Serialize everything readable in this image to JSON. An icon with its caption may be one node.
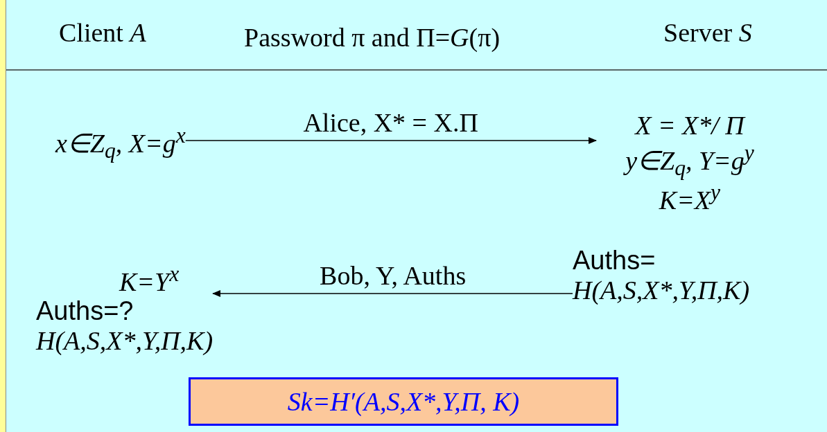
{
  "diagram": {
    "nodes": [
      {
        "text": [
          "x∈Z$_{q}$, X=g$^{x}$"
        ]
      },
      {
        "text": [
          "X = X*/ Π",
          "y∈Z$_{q}$, Y=g$^{y}$",
          "K=X$^{y}$"
        ]
      },
      {
        "text": [
          "Auths=",
          "H(A,S,X*,Y,Π,K)"
        ]
      },
      {
        "text": [
          "K=Y$^{x}$",
          "Auths=?",
          "H(A,S,X*,Y,Π,K)"
        ]
      },
      {
        "text": [
          "Sk=H′(A,S,X*,Y,Π, K)"
        ]
      }
    ],
    "edges": [
      {
        "from": 0,
        "to": 1,
        "arrow": "to",
        "label": "Alice, X* = X.Π"
      },
      {
        "from": 2,
        "to": 3,
        "arrow": "to",
        "label": "Bob, Y, Auths"
      }
    ],
    "labels": [
      "Client *A*",
      "Password π and Π=*G*(π)",
      "Server *S*"
    ]
  }
}
